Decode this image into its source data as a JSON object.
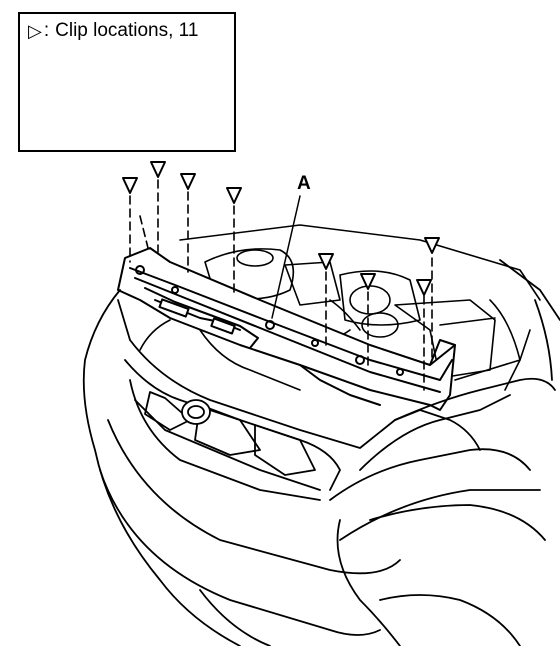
{
  "legend": {
    "marker": "▷",
    "separator": ":",
    "text": "Clip locations, 11"
  },
  "callouts": {
    "part_label": "A"
  },
  "icons": {
    "clip_marker": "triangle-down-outline",
    "clip_detail": "push-pin-clip"
  }
}
